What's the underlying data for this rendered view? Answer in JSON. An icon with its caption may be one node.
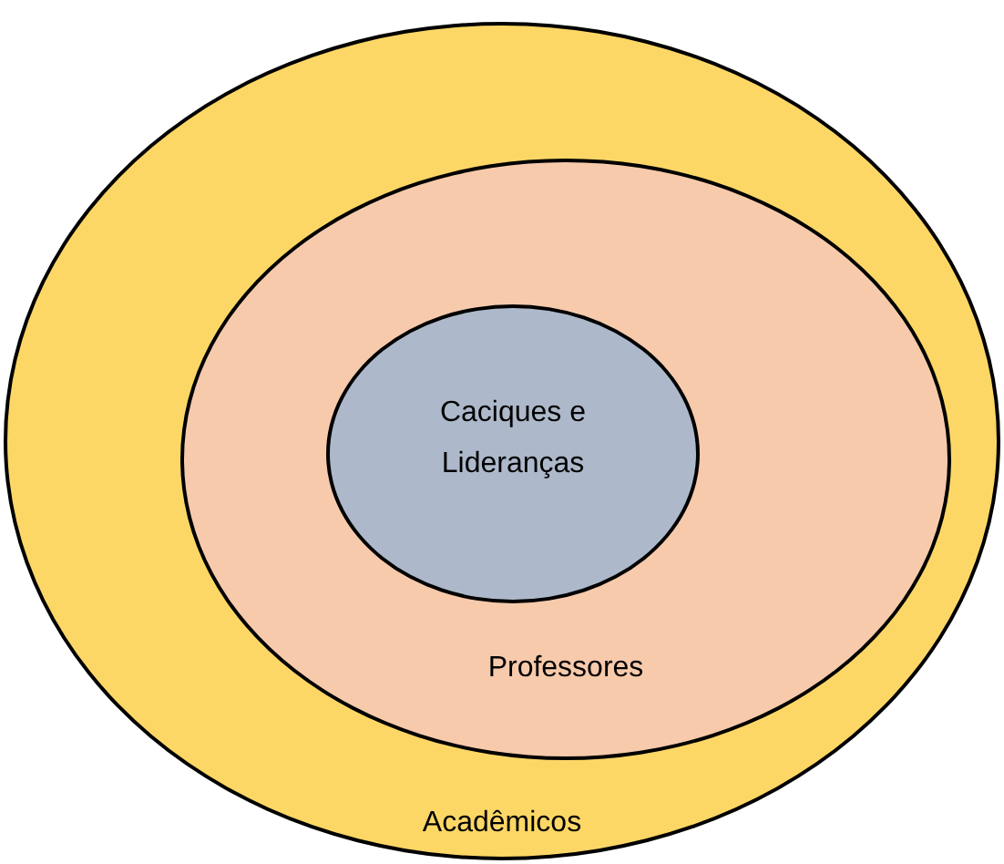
{
  "diagram": {
    "nodes": [
      {
        "text": [
          "Acadêmicos"
        ]
      },
      {
        "text": [
          "Professores"
        ],
        "in": 0
      },
      {
        "text": [
          "Caciques e Lideranças"
        ],
        "in": 1
      }
    ]
  }
}
